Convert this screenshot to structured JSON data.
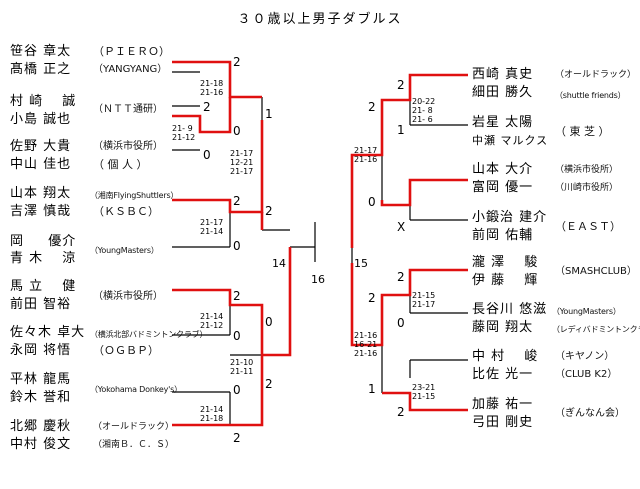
{
  "title": "３０歳以上男子ダブルス",
  "colors": {
    "winner_line": "#e01010",
    "line": "#000000"
  },
  "pairs": [
    {
      "id": "p1",
      "p1": "笹谷 章太",
      "p2": "髙橋 正之",
      "c1": "（ＰＩＥＲＯ）",
      "c2": "（YANGYANG）"
    },
    {
      "id": "p2",
      "p1": "村 崎　 誠",
      "p2": "小島 誠也",
      "c1": "（ＮＴＴ通研）",
      "c2": ""
    },
    {
      "id": "p3",
      "p1": "佐野 大貴",
      "p2": "中山 佳也",
      "c1": "（横浜市役所）",
      "c2": "（ 個 人 ）"
    },
    {
      "id": "p4",
      "p1": "山本 翔太",
      "p2": "吉澤 慎哉",
      "c1": "（湘南FlyingShuttlers）",
      "c2": "（ＫＳＢＣ）"
    },
    {
      "id": "p5",
      "p1": "岡 　 優介",
      "p2": "青 木 　涼",
      "c1": "（YoungMasters）",
      "c2": ""
    },
    {
      "id": "p6",
      "p1": "馬 立 　健",
      "p2": "前田 智裕",
      "c1": "（横浜市役所）",
      "c2": ""
    },
    {
      "id": "p7",
      "p1": "佐々木 卓大",
      "p2": "永岡 将悟",
      "c1": "（横浜北部バドミントンクラブ）",
      "c2": "（ＯＧＢＰ）"
    },
    {
      "id": "p8",
      "p1": "平林 龍馬",
      "p2": "鈴木 誉和",
      "c1": "（Yokohama Donkey's）",
      "c2": ""
    },
    {
      "id": "p9",
      "p1": "北郷 慶秋",
      "p2": "中村 俊文",
      "c1": "（オールドラック）",
      "c2": "（湘南Ｂ．Ｃ．Ｓ）"
    },
    {
      "id": "p10",
      "p1": "西崎 真史",
      "p2": "細田 勝久",
      "c1": "（オールドラック）",
      "c2": "（shuttle friends）"
    },
    {
      "id": "p11",
      "p1": "岩星 太陽",
      "p2": "中瀬 マルクス",
      "c1": "（ 東 芝 ）",
      "c2": ""
    },
    {
      "id": "p12",
      "p1": "山本 大介",
      "p2": "富岡 優一",
      "c1": "（横浜市役所）",
      "c2": "（川崎市役所）"
    },
    {
      "id": "p13",
      "p1": "小鍛治 建介",
      "p2": "前岡 佑輔",
      "c1": "（ＥＡＳＴ）",
      "c2": ""
    },
    {
      "id": "p14",
      "p1": "瀧 澤 　駿",
      "p2": "伊 藤 　輝",
      "c1": "（SMASHCLUB）",
      "c2": ""
    },
    {
      "id": "p15",
      "p1": "長谷川 悠滋",
      "p2": "藤岡 翔太",
      "c1": "（YoungMasters）",
      "c2": "（レディバドミントンクラブ）"
    },
    {
      "id": "p16",
      "p1": "中 村 　峻",
      "p2": "比佐 光一",
      "c1": "（キヤノン）",
      "c2": "（CLUB K2）"
    },
    {
      "id": "p17",
      "p1": "加藤 祐一",
      "p2": "弓田 剛史",
      "c1": "（ぎんなん会）",
      "c2": ""
    }
  ],
  "scores": {
    "s1": "21-18\n21-16",
    "s2": "21- 9\n21-12",
    "s3": "21-17\n12-21\n21-17",
    "s4": "21-17\n21-14",
    "s5": "21-14\n21-12",
    "s6": "21-10\n21-11",
    "s7": "21-14\n21-18",
    "s8": "20-22\n21- 8\n21- 6",
    "s9": "21-17\n21-16",
    "s10": "21-15\n21-17",
    "s11": "21-16\n16-21\n21-16",
    "s12": "23-21\n21-15"
  },
  "results": {
    "r1": "2",
    "r2": "2",
    "r3": "0",
    "r4": "0",
    "r5": "1",
    "r6": "2",
    "r7": "2",
    "r8": "0",
    "r9": "2",
    "r10": "2",
    "r11": "0",
    "r12": "2",
    "r13": "0",
    "r14": "0",
    "r15": "2",
    "r16": "2",
    "r17": "1",
    "r18": "2",
    "r19": "0",
    "r20": "X",
    "r21": "2",
    "r22": "2",
    "r23": "0",
    "r24": "2",
    "r25": "1",
    "r26": "2"
  },
  "match_numbers": {
    "m14": "14",
    "m15": "15",
    "m16": "16"
  }
}
